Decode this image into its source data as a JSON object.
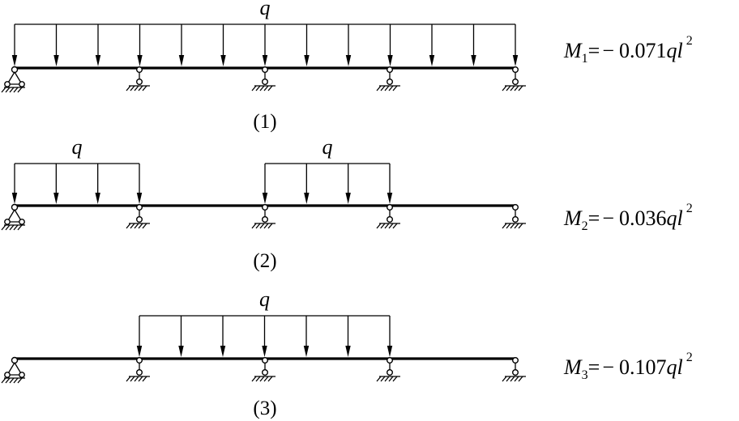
{
  "load_symbol": "q",
  "cases": [
    {
      "caption": "(1)",
      "load_spans": [
        1,
        2,
        3,
        4
      ],
      "moment": {
        "symbol": "M",
        "subscript": "1",
        "equals": "=",
        "sign": "−",
        "value": "0.071",
        "q": "q",
        "l": "l",
        "exponent": "2"
      }
    },
    {
      "caption": "(2)",
      "load_spans": [
        1,
        3
      ],
      "moment": {
        "symbol": "M",
        "subscript": "2",
        "equals": "=",
        "sign": "−",
        "value": "0.036",
        "q": "q",
        "l": "l",
        "exponent": "2"
      }
    },
    {
      "caption": "(3)",
      "load_spans": [
        2,
        3
      ],
      "moment": {
        "symbol": "M",
        "subscript": "3",
        "equals": "=",
        "sign": "−",
        "value": "0.107",
        "q": "q",
        "l": "l",
        "exponent": "2"
      }
    }
  ]
}
